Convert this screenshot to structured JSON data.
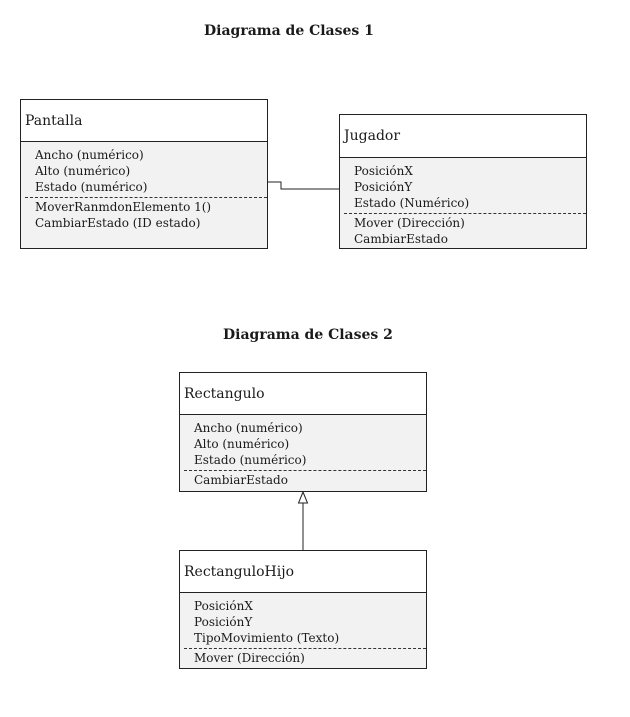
{
  "diagram1": {
    "title": "Diagrama de Clases 1",
    "pantalla": {
      "name": "Pantalla",
      "attributes": [
        "Ancho (numérico)",
        "Alto (numérico)",
        "Estado (numérico)"
      ],
      "methods": [
        "MoverRanmdonElemento 1()",
        "CambiarEstado (ID estado)"
      ]
    },
    "jugador": {
      "name": "Jugador",
      "attributes": [
        "PosiciónX",
        "PosiciónY",
        "Estado (Numérico)"
      ],
      "methods": [
        "Mover (Dirección)",
        "CambiarEstado"
      ]
    }
  },
  "diagram2": {
    "title": "Diagrama de Clases 2",
    "rectangulo": {
      "name": "Rectangulo",
      "attributes": [
        "Ancho (numérico)",
        "Alto (numérico)",
        "Estado (numérico)"
      ],
      "methods": [
        "CambiarEstado"
      ]
    },
    "rectangulo_hijo": {
      "name": "RectanguloHijo",
      "attributes": [
        "PosiciónX",
        "PosiciónY",
        "TipoMovimiento (Texto)"
      ],
      "methods": [
        "Mover (Dirección)"
      ]
    }
  }
}
